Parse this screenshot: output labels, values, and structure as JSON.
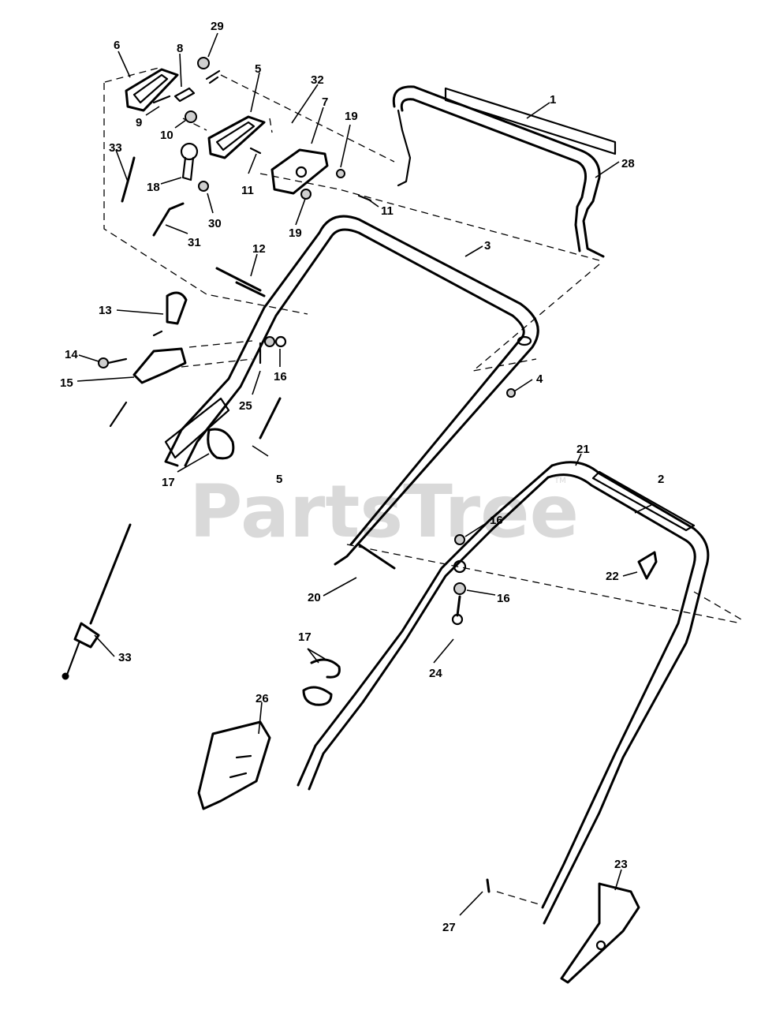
{
  "watermark": {
    "text": "PartsTree",
    "mark": "TM"
  },
  "callouts": {
    "c1": "1",
    "c2": "2",
    "c3": "3",
    "c4": "4",
    "c5a": "5",
    "c5b": "5",
    "c6": "6",
    "c7": "7",
    "c8": "8",
    "c9": "9",
    "c10": "10",
    "c11a": "11",
    "c11b": "11",
    "c12": "12",
    "c13": "13",
    "c14": "14",
    "c15": "15",
    "c16a": "16",
    "c16b": "16",
    "c16c": "16",
    "c17a": "17",
    "c17b": "17",
    "c18": "18",
    "c19a": "19",
    "c19b": "19",
    "c20": "20",
    "c21": "21",
    "c22": "22",
    "c23": "23",
    "c24": "24",
    "c25": "25",
    "c26": "26",
    "c27": "27",
    "c28": "28",
    "c29": "29",
    "c30": "30",
    "c31": "31",
    "c32": "32",
    "c33a": "33",
    "c33b": "33"
  }
}
